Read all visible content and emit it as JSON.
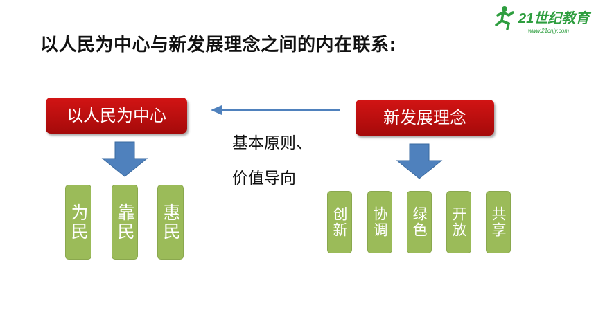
{
  "title": "以人民为中心与新发展理念之间的内在联系:",
  "logo": {
    "main": "21世纪教育",
    "sub": "www.21cnjy.com",
    "icon": "runner-icon"
  },
  "colors": {
    "red_box": "#c00000",
    "green_box": "#9bbb59",
    "arrow_blue": "#4f81bd"
  },
  "left_box": "以人民为中心",
  "right_box": "新发展理念",
  "relation_lines": [
    "基本原则、",
    "价值导向"
  ],
  "left_items": [
    "为民",
    "靠民",
    "惠民"
  ],
  "right_items": [
    "创新",
    "协调",
    "绿色",
    "开放",
    "共享"
  ]
}
